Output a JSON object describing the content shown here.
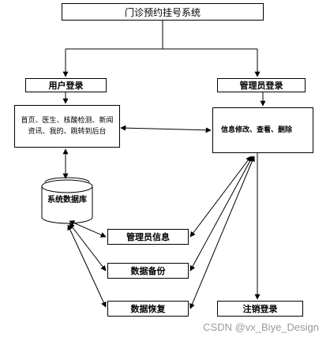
{
  "diagram": {
    "title": "门诊预约挂号系统",
    "user_login": "用户登录",
    "admin_login": "管理员登录",
    "user_functions": "首页、医生、核酸检测、新闻资讯、我的、跳转到后台",
    "admin_functions": "信息修改、查看、删除",
    "database": "系统数据库",
    "admin_info": "管理员信息",
    "data_backup": "数据备份",
    "data_restore": "数据恢复",
    "logout": "注销登录"
  },
  "watermark": "CSDN @vx_Biye_Design"
}
